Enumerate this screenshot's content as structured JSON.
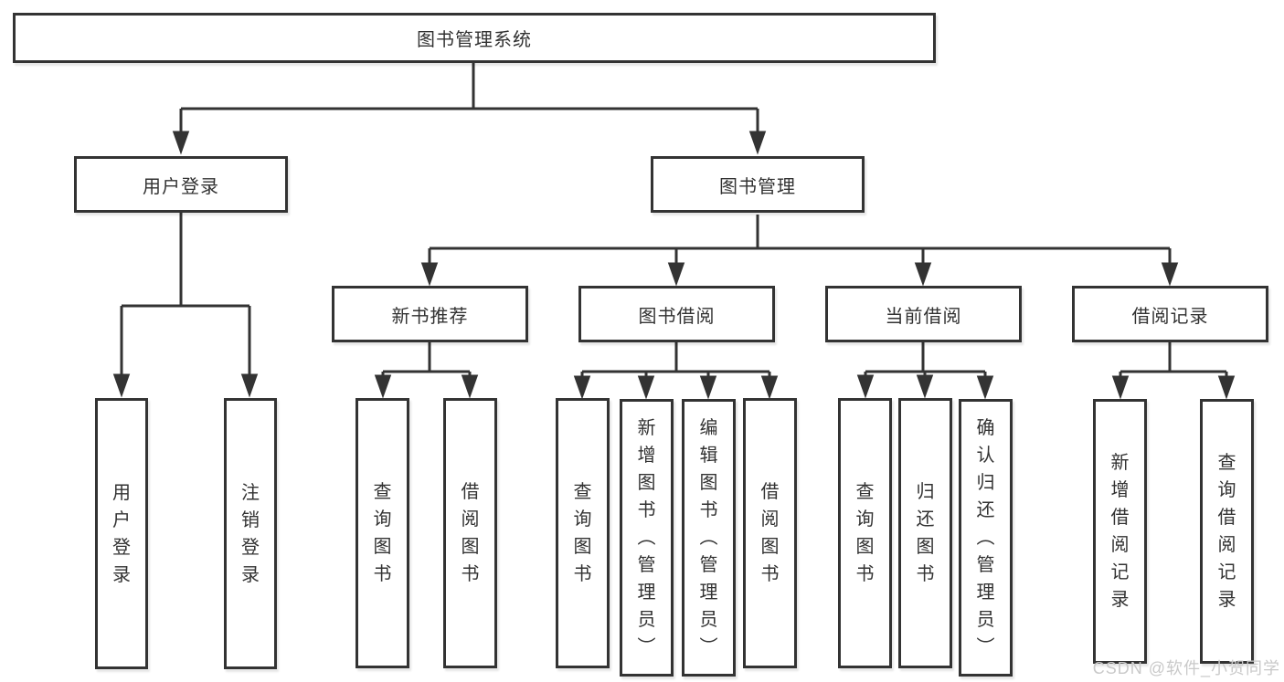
{
  "diagram": {
    "root": "图书管理系统",
    "branches": [
      {
        "label": "用户登录",
        "children": [
          "用户登录",
          "注销登录"
        ]
      },
      {
        "label": "图书管理",
        "groups": [
          {
            "label": "新书推荐",
            "children": [
              "查询图书",
              "借阅图书"
            ]
          },
          {
            "label": "图书借阅",
            "children": [
              "查询图书",
              "新增图书（管理员）",
              "编辑图书（管理员）",
              "借阅图书"
            ]
          },
          {
            "label": "当前借阅",
            "children": [
              "查询图书",
              "归还图书",
              "确认归还（管理员）"
            ]
          },
          {
            "label": "借阅记录",
            "children": [
              "新增借阅记录",
              "查询借阅记录"
            ]
          }
        ]
      }
    ]
  },
  "watermark": "CSDN @软件_小贺同学",
  "colors": {
    "line": "#333333",
    "text": "#323232",
    "watermark": "#c9c9c9",
    "background": "#ffffff"
  }
}
